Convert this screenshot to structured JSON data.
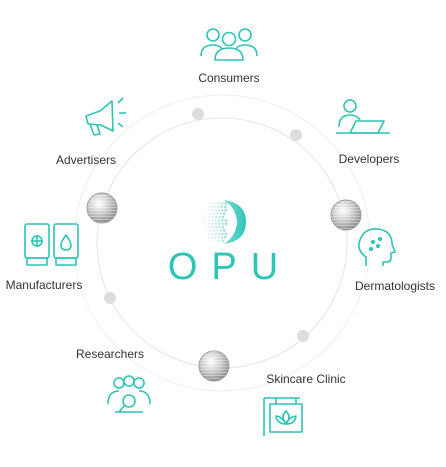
{
  "brand": {
    "name": "OPU",
    "logo_icon": "dotted-face-logo-icon",
    "color": "#2ec4b6"
  },
  "nodes": [
    {
      "id": "consumers",
      "label": "Consumers",
      "icon": "people-group-icon"
    },
    {
      "id": "developers",
      "label": "Developers",
      "icon": "person-laptop-icon"
    },
    {
      "id": "dermatologists",
      "label": "Dermatologists",
      "icon": "head-profile-icon"
    },
    {
      "id": "skincare-clinic",
      "label": "Skincare Clinic",
      "icon": "hanging-sign-leaf-icon"
    },
    {
      "id": "researchers",
      "label": "Researchers",
      "icon": "team-search-icon"
    },
    {
      "id": "manufacturers",
      "label": "Manufacturers",
      "icon": "cosmetic-tubes-icon"
    },
    {
      "id": "advertisers",
      "label": "Advertisers",
      "icon": "megaphone-icon"
    }
  ],
  "colors": {
    "accent": "#2ec4b6",
    "ring": "#e6e6e6",
    "dot": "#dcdcdc",
    "text": "#333333",
    "orb": "#bfbfbf"
  }
}
